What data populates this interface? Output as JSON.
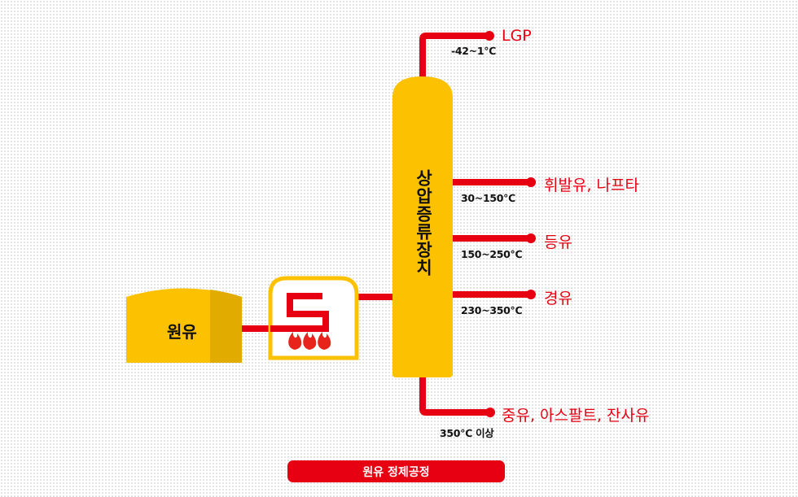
{
  "column": {
    "label": "상압증류장치"
  },
  "tank": {
    "label": "원유"
  },
  "products": [
    {
      "name": "LGP",
      "temperature": "-42~1℃"
    },
    {
      "name": "휘발유, 나프타",
      "temperature": "30~150℃"
    },
    {
      "name": "등유",
      "temperature": "150~250℃"
    },
    {
      "name": "경유",
      "temperature": "230~350℃"
    },
    {
      "name": "중유, 아스팔트, 잔사유",
      "temperature": "350℃ 이상"
    }
  ],
  "caption": "원유 정제공정",
  "colors": {
    "accent_red": "#e60012",
    "vessel_yellow": "#fcc100",
    "tank_shade": "#e2ab00",
    "flame_red": "#e8231b"
  }
}
